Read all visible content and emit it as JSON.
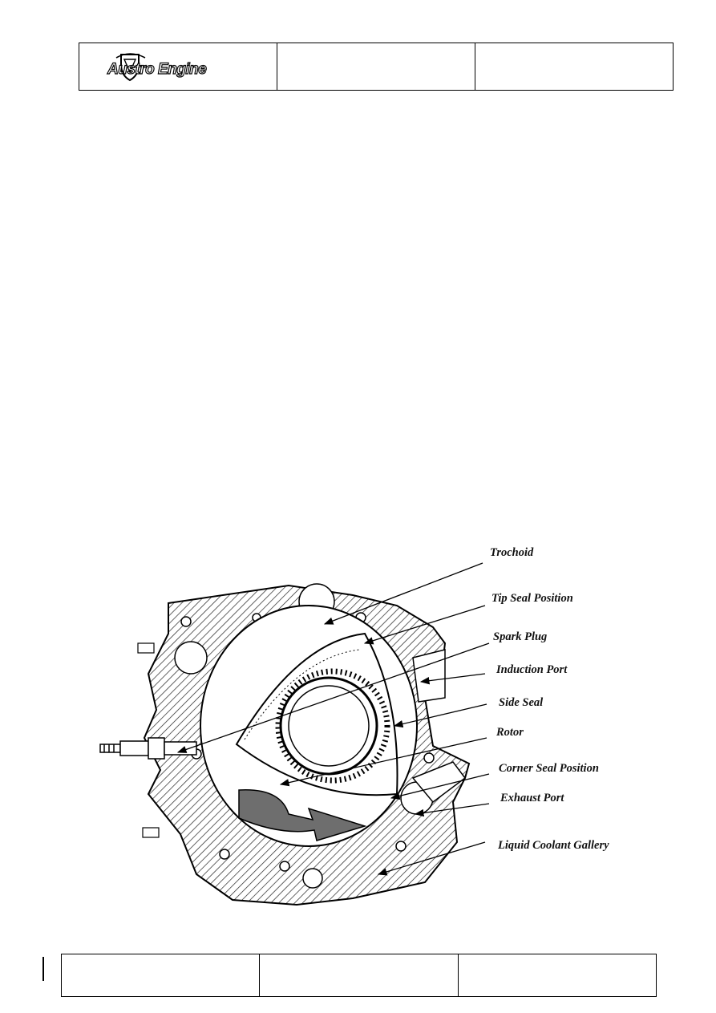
{
  "header": {
    "logo_text": "Austro Engine",
    "cell2": "",
    "cell3": ""
  },
  "diagram": {
    "labels": {
      "trochoid": "Trochoid",
      "tip_seal": "Tip Seal Position",
      "spark_plug": "Spark Plug",
      "induction_port": "Induction Port",
      "side_seal": "Side Seal",
      "rotor": "Rotor",
      "corner_seal": "Corner Seal Position",
      "exhaust_port": "Exhaust Port",
      "coolant_gallery": "Liquid Coolant Gallery"
    }
  },
  "footer": {
    "cell1": "",
    "cell2": "",
    "cell3": ""
  }
}
